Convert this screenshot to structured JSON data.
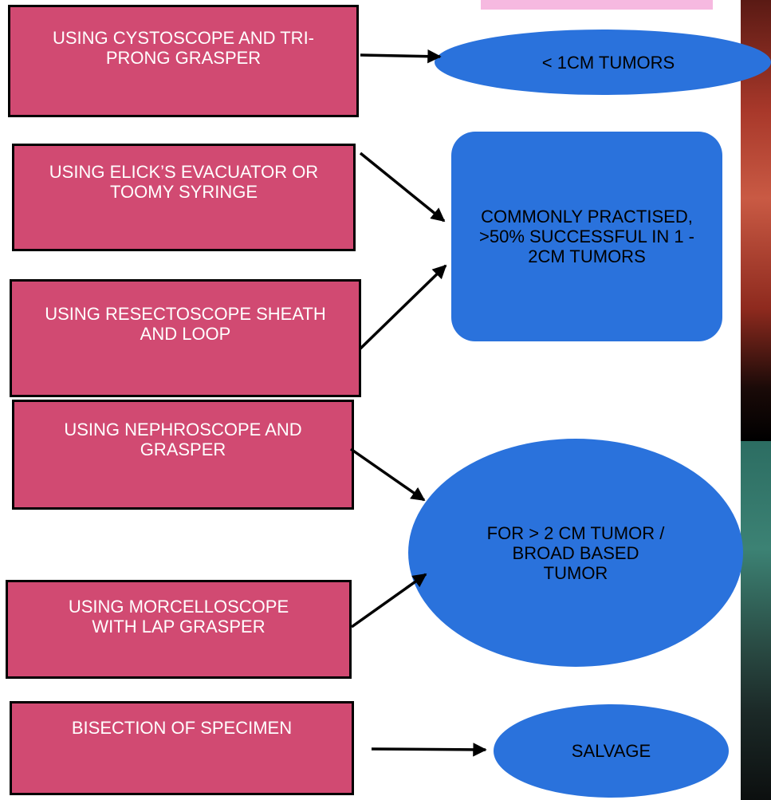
{
  "methods": [
    "USING CYSTOSCOPE AND TRI-PRONG GRASPER",
    "USING ELICK’S EVACUATOR OR TOOMY SYRINGE",
    "USING RESECTOSCOPE SHEATH AND LOOP",
    "USING NEPHROSCOPE AND GRASPER",
    "USING MORCELLOSCOPE WITH LAP GRASPER",
    "BISECTION OF SPECIMEN"
  ],
  "outcomes": [
    "< 1CM TUMORS",
    "COMMONLY PRACTISED, >50% SUCCESSFUL IN 1 - 2CM TUMORS",
    "FOR > 2 CM TUMOR / BROAD BASED TUMOR",
    "SALVAGE"
  ],
  "colors": {
    "method_fill": "#d14a72",
    "outcome_fill": "#2a72dc",
    "pink_tab": "#f6b9e0"
  }
}
